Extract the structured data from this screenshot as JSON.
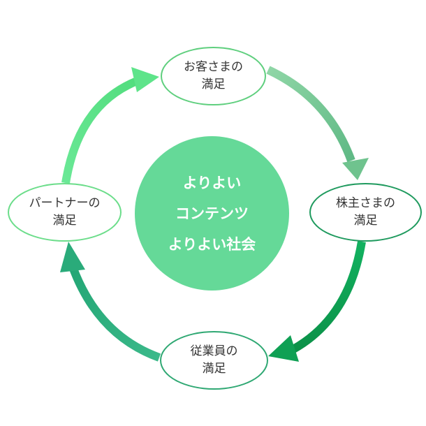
{
  "center": {
    "line1": "よりよい",
    "line2": "コンテンツ",
    "line3": "よりよい社会"
  },
  "nodes": {
    "top": {
      "line1": "お客さまの",
      "line2": "満足"
    },
    "right": {
      "line1": "株主さまの",
      "line2": "満足"
    },
    "bottom": {
      "line1": "従業員の",
      "line2": "満足"
    },
    "left": {
      "line1": "パートナーの",
      "line2": "満足"
    }
  },
  "colors": {
    "arrow_top_right": "#6fc38e",
    "arrow_right_bottom": "#0fa054",
    "arrow_bottom_left": "#2aab7a",
    "arrow_left_top": "#5ee48a",
    "center_fill": "#65d998"
  }
}
